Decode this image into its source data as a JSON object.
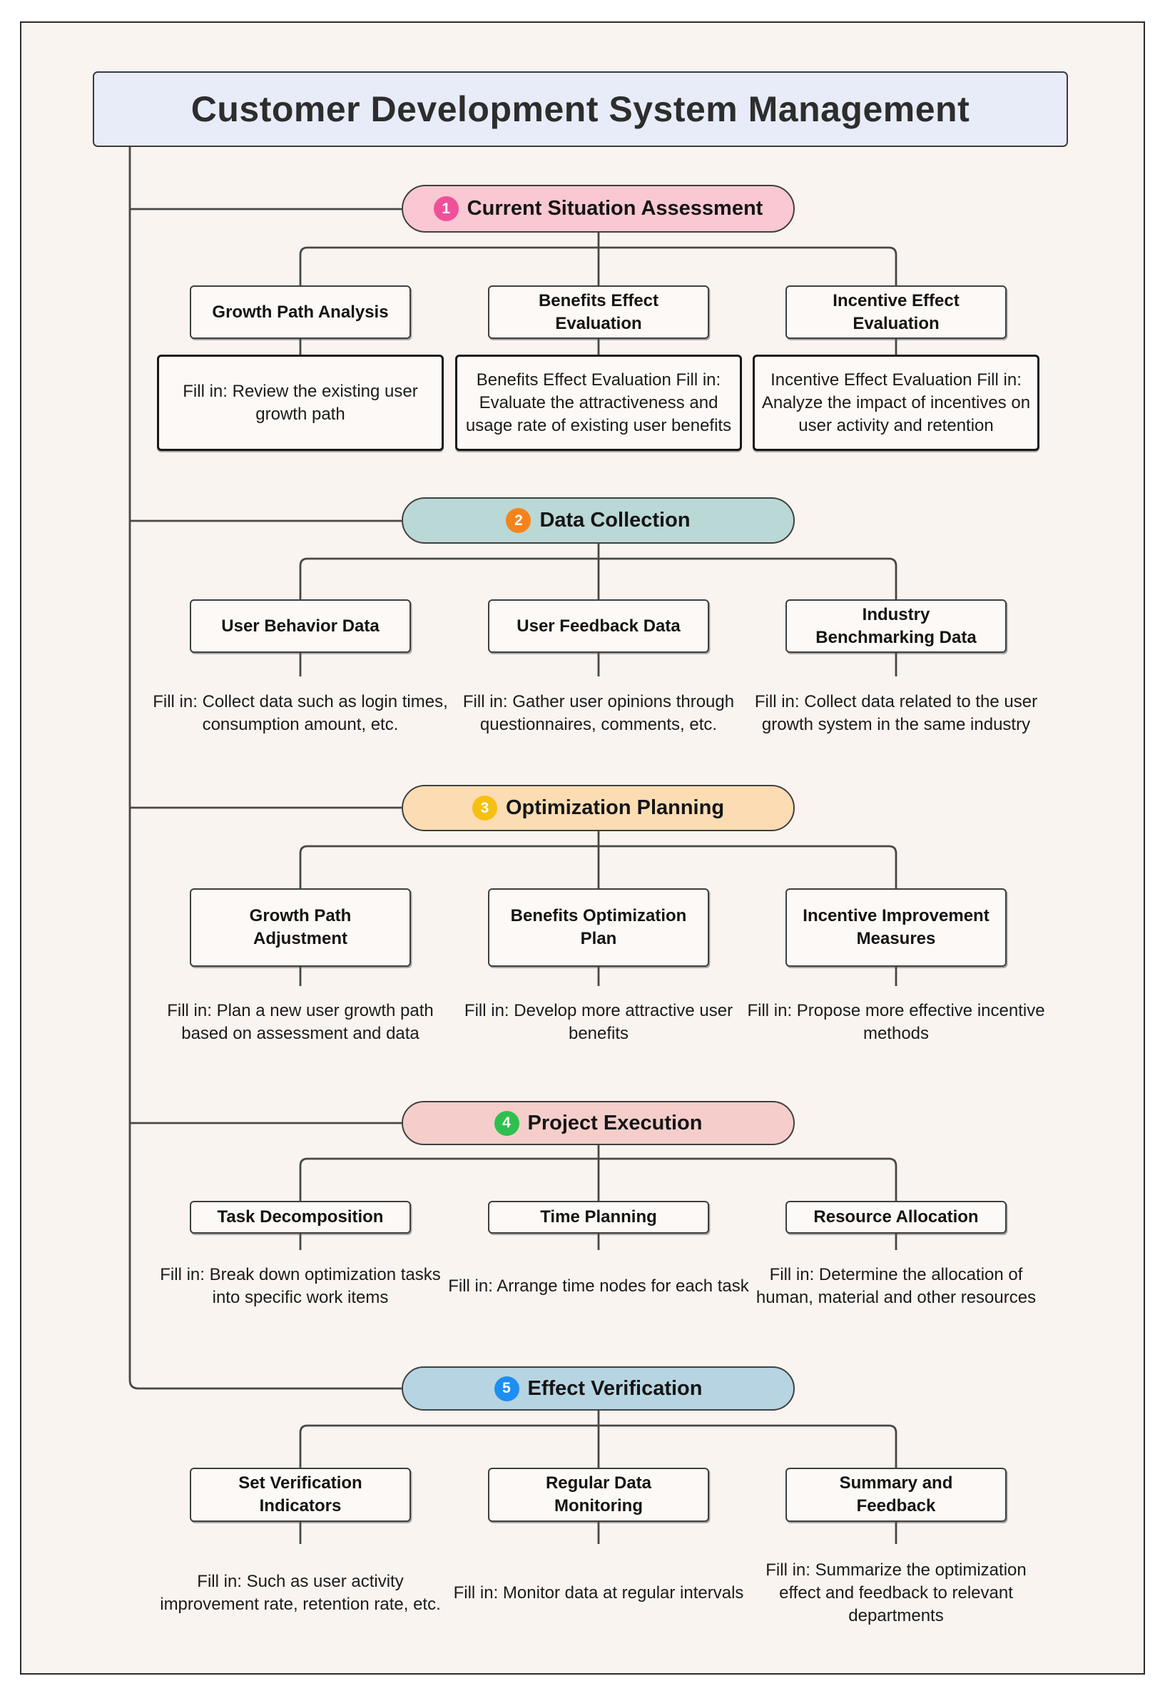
{
  "page": {
    "title": "Customer Development System Management",
    "background_color": "#faf4f0",
    "title_fill_color": "#e8ecf8"
  },
  "sections": [
    {
      "num": "1",
      "title": "Current Situation Assessment",
      "pill_color": "#f9c8d2",
      "badge_color": "#f0509a",
      "children": [
        {
          "label": "Growth Path Analysis",
          "fill_text": "Fill in: Review the existing user growth path"
        },
        {
          "label": "Benefits Effect Evaluation",
          "fill_text": "Benefits Effect Evaluation Fill in: Evaluate the attractiveness and usage rate of existing user benefits"
        },
        {
          "label": "Incentive Effect Evaluation",
          "fill_text": "Incentive Effect Evaluation Fill in: Analyze the impact of incentives on user activity and retention"
        }
      ]
    },
    {
      "num": "2",
      "title": "Data Collection",
      "pill_color": "#bad8d5",
      "badge_color": "#f5831c",
      "children": [
        {
          "label": "User Behavior Data",
          "fill_text": "Fill in: Collect data such as login times, consumption amount, etc."
        },
        {
          "label": "User Feedback Data",
          "fill_text": "Fill in: Gather user opinions through questionnaires, comments, etc."
        },
        {
          "label": "Industry Benchmarking Data",
          "fill_text": "Fill in: Collect data related to the user growth system in the same industry"
        }
      ]
    },
    {
      "num": "3",
      "title": "Optimization Planning",
      "pill_color": "#fcdcb3",
      "badge_color": "#f6c012",
      "children": [
        {
          "label": "Growth Path Adjustment",
          "fill_text": "Fill in: Plan a new user growth path based on assessment and data"
        },
        {
          "label": "Benefits Optimization Plan",
          "fill_text": "Fill in: Develop more attractive user benefits"
        },
        {
          "label": "Incentive Improvement Measures",
          "fill_text": "Fill in: Propose more effective incentive methods"
        }
      ]
    },
    {
      "num": "4",
      "title": "Project Execution",
      "pill_color": "#f5cecb",
      "badge_color": "#2ebf4f",
      "children": [
        {
          "label": "Task Decomposition",
          "fill_text": "Fill in: Break down optimization tasks into specific work items"
        },
        {
          "label": "Time Planning",
          "fill_text": "Fill in: Arrange time nodes for each task"
        },
        {
          "label": "Resource Allocation",
          "fill_text": "Fill in: Determine the allocation of human, material and other resources"
        }
      ]
    },
    {
      "num": "5",
      "title": "Effect Verification",
      "pill_color": "#b7d4e2",
      "badge_color": "#1e8ef2",
      "children": [
        {
          "label": "Set Verification Indicators",
          "fill_text": "Fill in: Such as user activity improvement rate, retention rate, etc."
        },
        {
          "label": "Regular Data Monitoring",
          "fill_text": "Fill in: Monitor data at regular intervals"
        },
        {
          "label": "Summary and Feedback",
          "fill_text": "Fill in: Summarize the optimization effect and feedback to relevant departments"
        }
      ]
    }
  ]
}
